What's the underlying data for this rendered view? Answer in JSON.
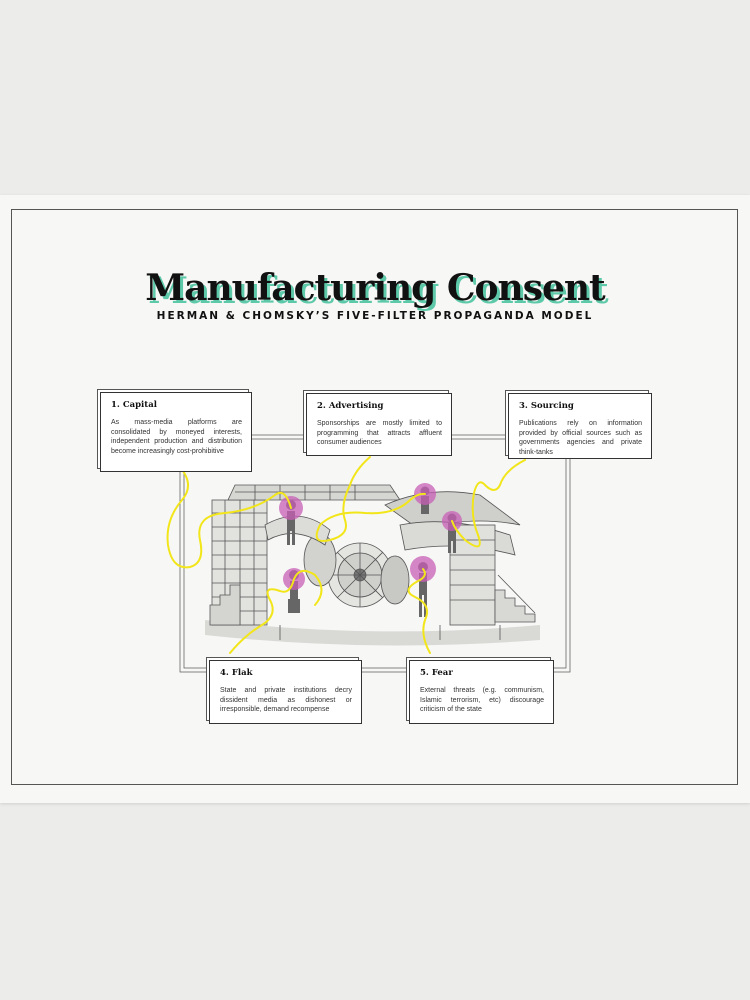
{
  "poster": {
    "title": "Manufacturing Consent",
    "subtitle": "HERMAN & CHOMSKY’S FIVE-FILTER PROPAGANDA MODEL",
    "accent_color": "#5ec9a9",
    "highlight_color": "#c75fb5",
    "thread_color": "#f2e61a"
  },
  "filters": [
    {
      "title": "1. Capital",
      "text": "As mass-media platforms are consolidated by moneyed interests, independent production and distribution become increasingly cost-prohibitive"
    },
    {
      "title": "2. Advertising",
      "text": "Sponsorships are mostly limited to programming that attracts affluent consumer audiences"
    },
    {
      "title": "3. Sourcing",
      "text": "Publications rely on information provided by official sources such as governments agencies and private think-tanks"
    },
    {
      "title": "4. Flak",
      "text": "State and private institutions decry dissident media as dishonest or irresponsible, demand recompense"
    },
    {
      "title": "5. Fear",
      "text": "External threats (e.g. communism, Islamic terrorism, etc) discourage criticism of the state"
    }
  ]
}
